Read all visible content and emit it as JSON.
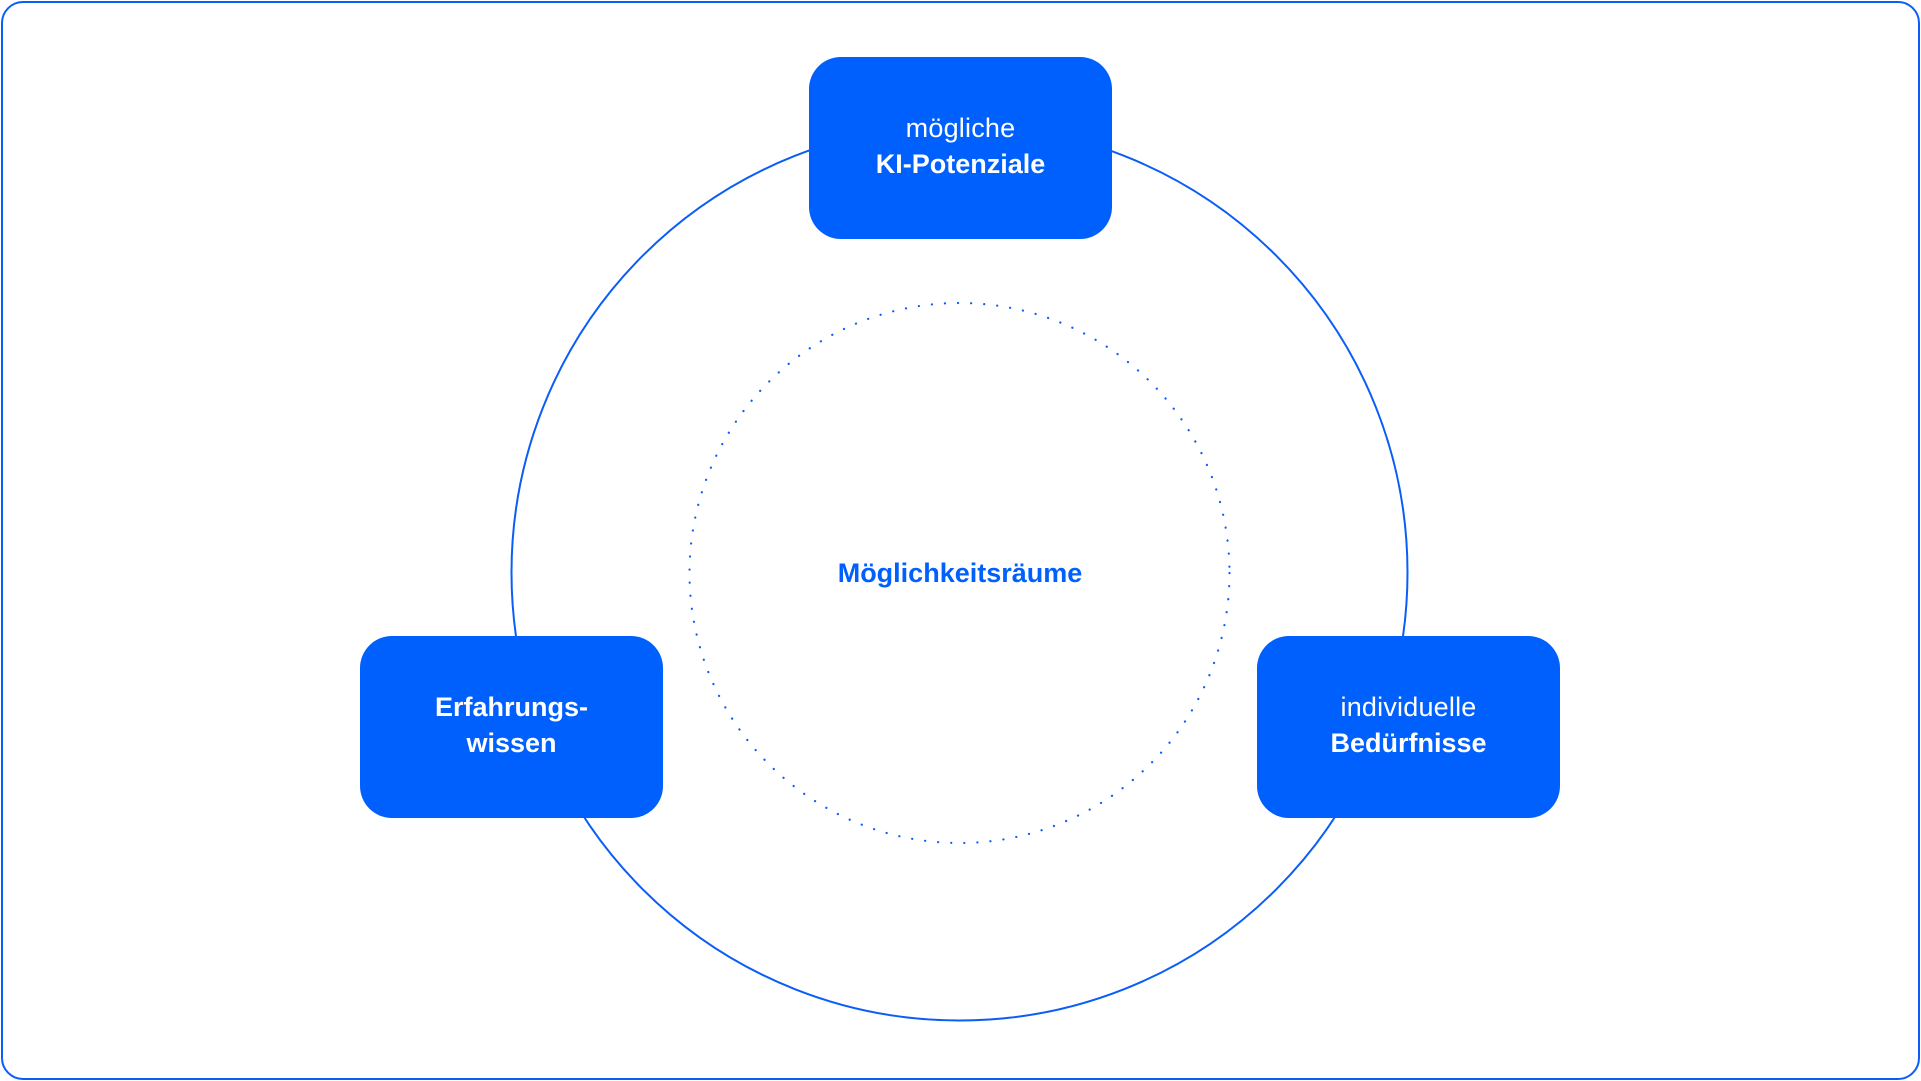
{
  "diagram": {
    "center_label": "Möglichkeitsräume",
    "nodes": {
      "top": {
        "line1": "mögliche",
        "line2": "KI-Potenziale"
      },
      "left": {
        "line1": "Erfahrungs-",
        "line2": "wissen"
      },
      "right": {
        "line1": "individuelle",
        "line2": "Bedürfnisse"
      }
    },
    "colors": {
      "primary": "#0060FE",
      "stroke": "#0A5EF7",
      "background": "#FFFFFF",
      "node_text": "#FFFFFF"
    }
  }
}
